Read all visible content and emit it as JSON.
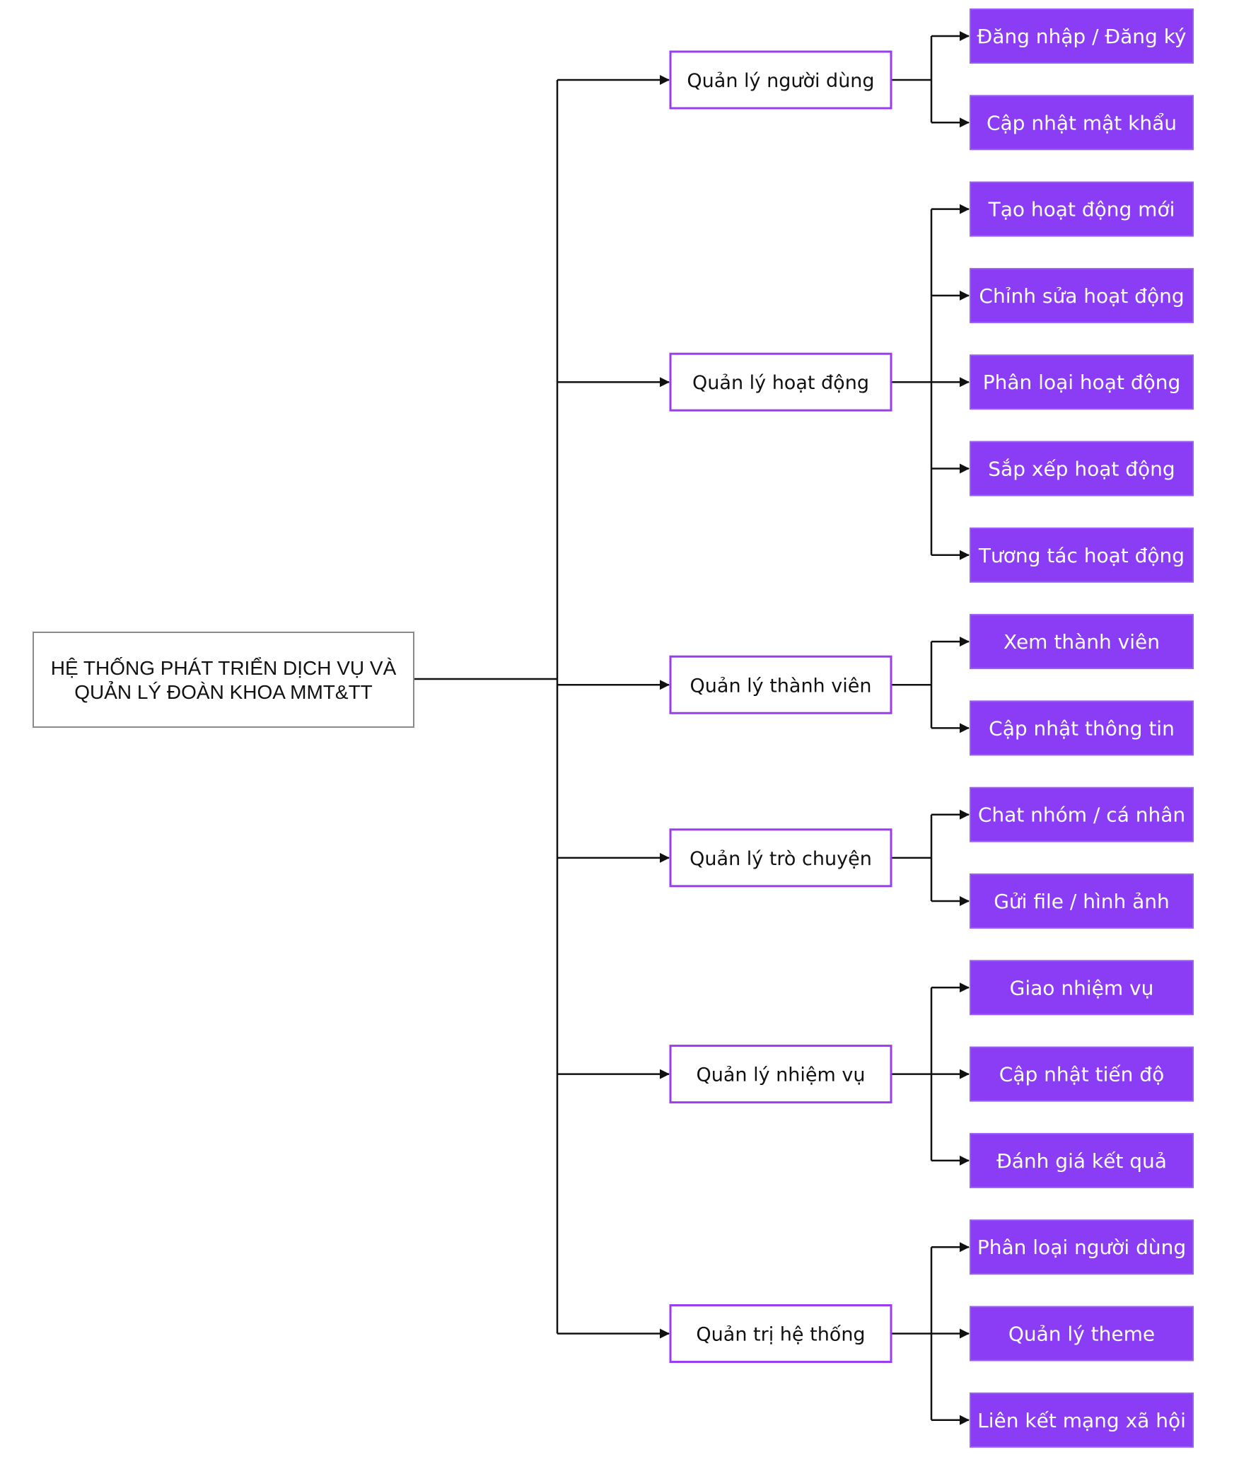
{
  "root": {
    "lines": [
      "HỆ THỐNG PHÁT TRIỂN DỊCH VỤ VÀ",
      "QUẢN LÝ ĐOÀN KHOA MMT&TT"
    ]
  },
  "modules": [
    {
      "label": "Quản lý người dùng",
      "features": [
        "Đăng nhập / Đăng ký",
        "Cập nhật mật khẩu"
      ]
    },
    {
      "label": "Quản lý hoạt động",
      "features": [
        "Tạo hoạt động mới",
        "Chỉnh sửa hoạt động",
        "Phân loại hoạt động",
        "Sắp xếp hoạt động",
        "Tương tác hoạt động"
      ]
    },
    {
      "label": "Quản lý thành viên",
      "features": [
        "Xem thành viên",
        "Cập nhật thông tin"
      ]
    },
    {
      "label": "Quản lý trò chuyện",
      "features": [
        "Chat nhóm / cá nhân",
        "Gửi file / hình ảnh"
      ]
    },
    {
      "label": "Quản lý nhiệm vụ",
      "features": [
        "Giao nhiệm vụ",
        "Cập nhật tiến độ",
        "Đánh giá kết quả"
      ]
    },
    {
      "label": "Quản trị hệ thống",
      "features": [
        "Phân loại người dùng",
        "Quản lý theme",
        "Liên kết mạng xã hội"
      ]
    }
  ],
  "colors": {
    "leaf_fill": "#8b3cf5",
    "mid_border": "#9b3cf0",
    "root_border": "#8a8a8a",
    "connector": "#111111"
  }
}
